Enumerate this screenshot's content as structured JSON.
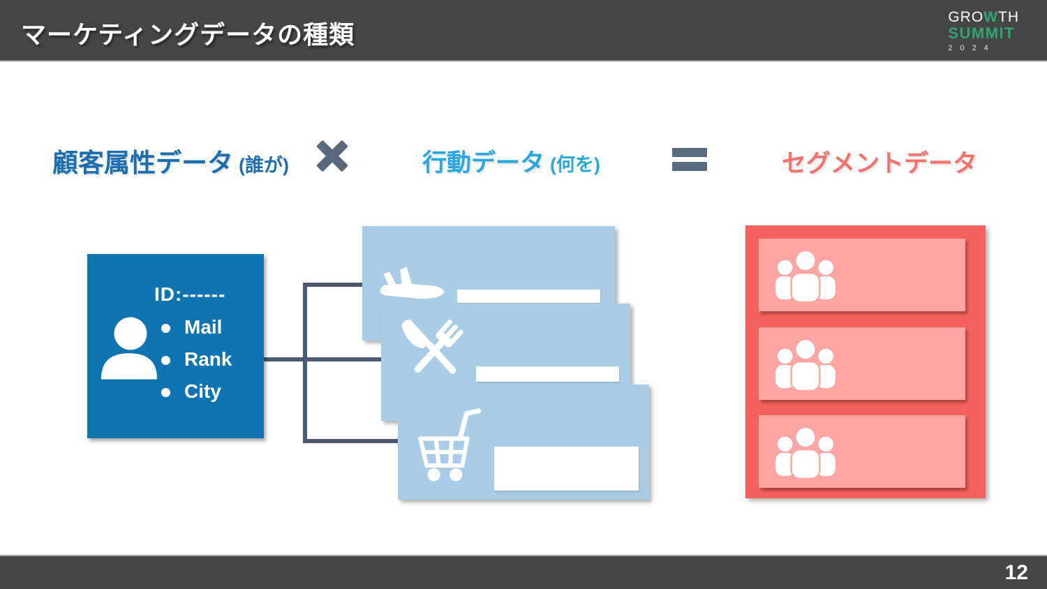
{
  "header": {
    "title": "マーケティングデータの種類"
  },
  "logo": {
    "gro": "GRO",
    "w": "W",
    "th": "TH",
    "summit": "SUMMIT",
    "year": "2024",
    "green": "#2EA76E"
  },
  "formula": {
    "attribute_label": "顧客属性データ",
    "attribute_sub": "(誰が)",
    "multiply_icon": "multiply-icon",
    "behavior_label": "行動データ",
    "behavior_sub": "(何を)",
    "equals_icon": "equals-icon",
    "segment_label": "セグメントデータ"
  },
  "colors": {
    "attribute_heading_blue": "#1C6FAE",
    "behavior_heading_light_blue": "#29A8E0",
    "segment_heading_coral": "#F4716C",
    "operator_gray_blue": "#5A6A7E",
    "attribute_box_bg": "#0E74B2",
    "behavior_card_bg": "#A9CCE7",
    "segment_panel_bg": "#F5615C",
    "segment_row_bg": "#FBA6A3",
    "connector_line": "#4C5B72",
    "title_bar_dark": "#454545"
  },
  "attribute_box": {
    "icon": "person-icon",
    "id_label": "ID:------",
    "items": [
      "Mail",
      "Rank",
      "City"
    ]
  },
  "behavior_cards": [
    {
      "icon": "airplane-icon"
    },
    {
      "icon": "restaurant-icon"
    },
    {
      "icon": "shopping-cart-icon"
    }
  ],
  "segment_panel": {
    "rows": [
      {
        "icon": "people-group-icon"
      },
      {
        "icon": "people-group-icon"
      },
      {
        "icon": "people-group-icon"
      }
    ]
  },
  "footer": {
    "page_number": "12"
  }
}
